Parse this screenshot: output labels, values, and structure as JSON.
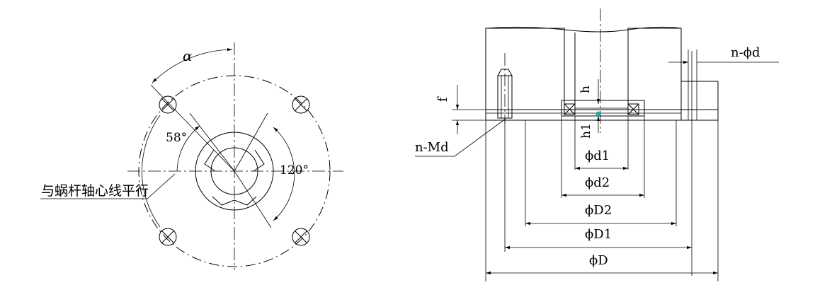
{
  "labels": {
    "alpha": "α",
    "angle_58": "58°",
    "angle_120": "120°",
    "parallel_note": "与蜗杆轴心线平行",
    "f": "f",
    "h": "h",
    "h1": "h1",
    "n_md": "n-Md",
    "n_phi_d": "n-ϕd",
    "phi_d1": "ϕd1",
    "phi_d2": "ϕd2",
    "phi_D2": "ϕD2",
    "phi_D1": "ϕD1",
    "phi_D": "ϕD"
  },
  "colors": {
    "line": "#000000",
    "marker": "#2aa7a0"
  }
}
